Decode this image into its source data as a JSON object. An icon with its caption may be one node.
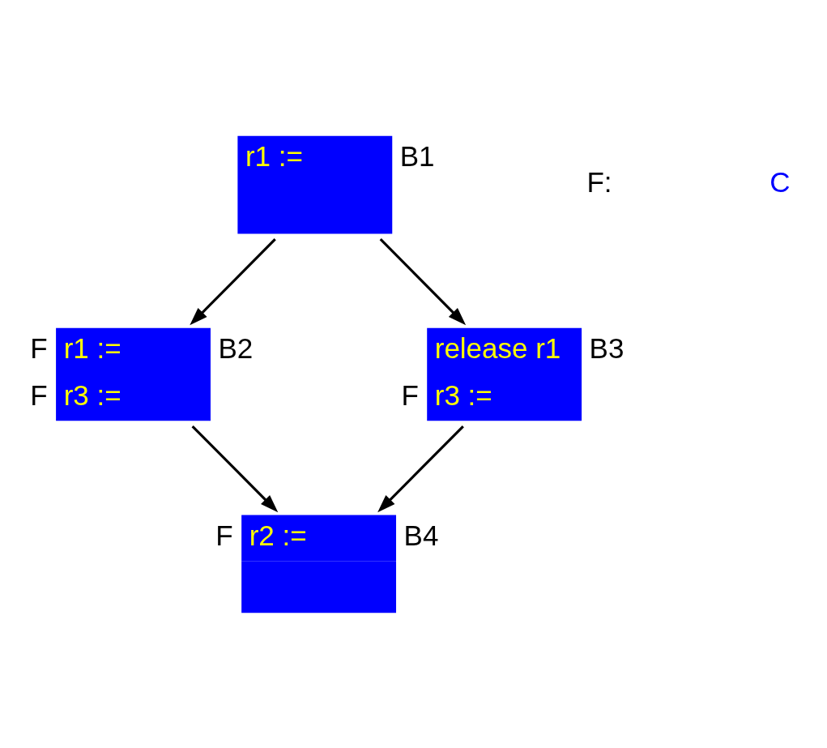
{
  "diagram": {
    "nodes": [
      {
        "text": [
          "r1 :="
        ],
        "beside": [
          "B1"
        ]
      },
      {
        "text": [
          "r1 :=",
          "r3 :="
        ],
        "beside": [
          "F",
          "B2",
          "F"
        ]
      },
      {
        "text": [
          "release r1",
          "r3 :="
        ],
        "beside": [
          "B3",
          "F"
        ]
      },
      {
        "text": [
          "r2 :="
        ],
        "beside": [
          "F",
          "B4"
        ]
      }
    ],
    "edges": [
      {
        "from": 0,
        "to": 1,
        "arrow": "to"
      },
      {
        "from": 0,
        "to": 2,
        "arrow": "to"
      },
      {
        "from": 1,
        "to": 3,
        "arrow": "to"
      },
      {
        "from": 2,
        "to": 3,
        "arrow": "to"
      }
    ],
    "labels": [
      "F:",
      "C"
    ]
  }
}
